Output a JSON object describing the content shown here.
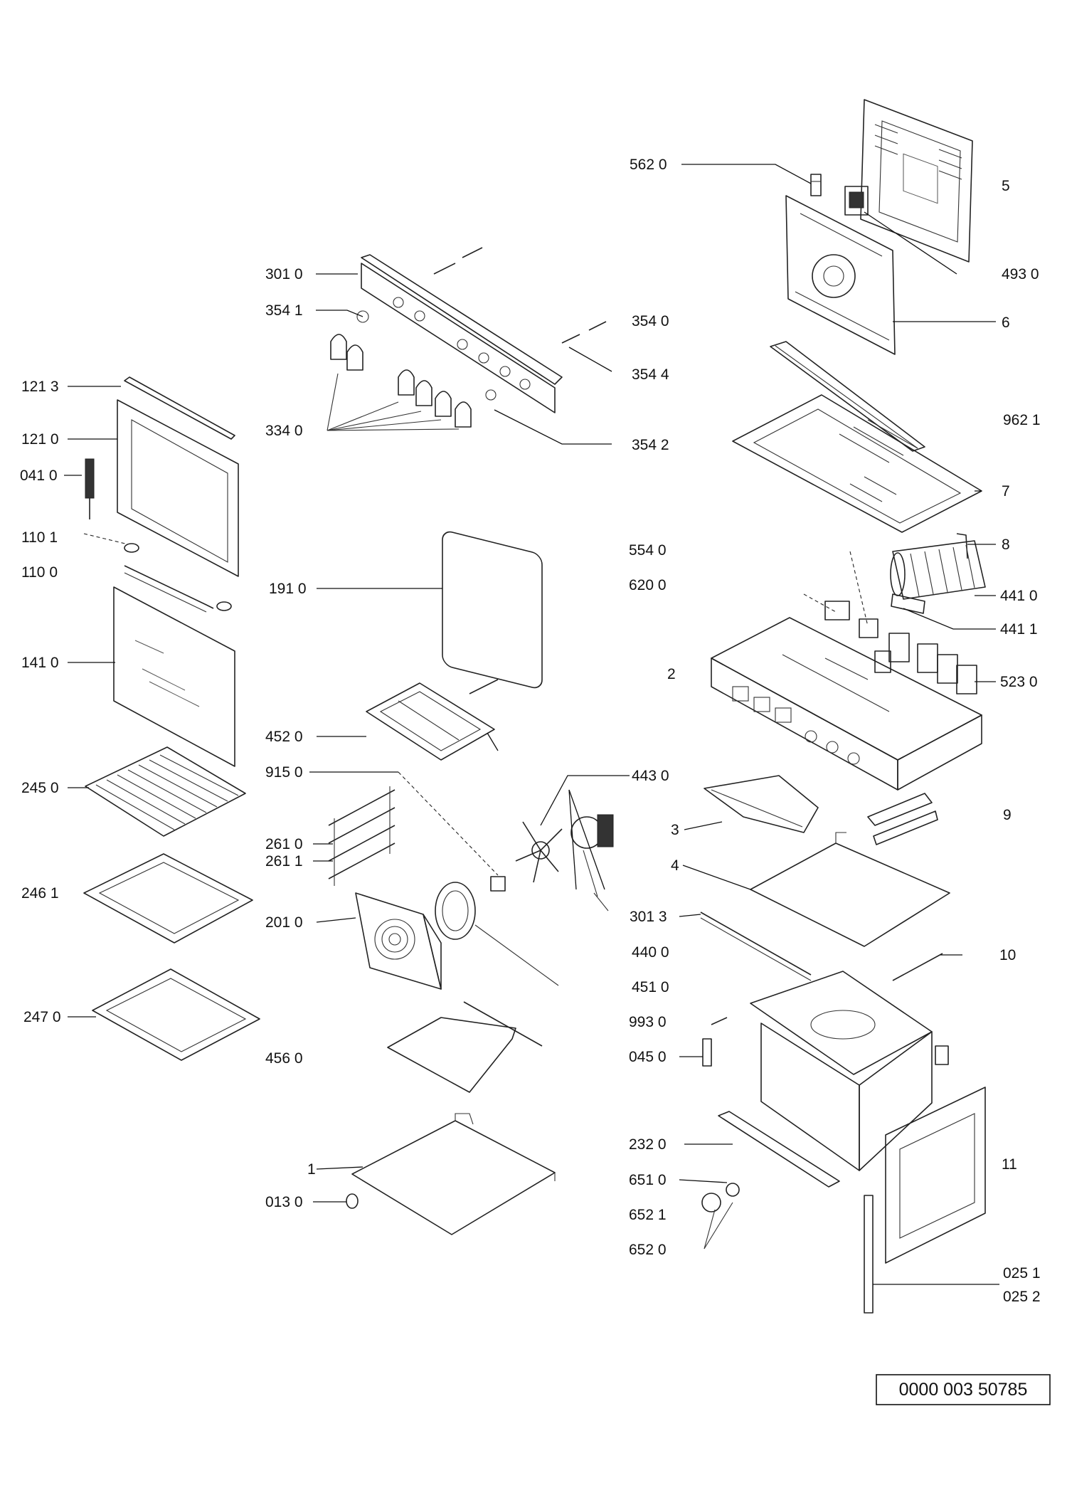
{
  "labels": {
    "l5620": "562 0",
    "l5": "5",
    "l4930": "493 0",
    "l3010": "301 0",
    "l3541": "354 1",
    "l3540": "354 0",
    "l3544": "354 4",
    "l6": "6",
    "l1213": "121 3",
    "l3340": "334 0",
    "l3542": "354 2",
    "l9621": "962 1",
    "l1210": "121 0",
    "l0410": "041 0",
    "l7": "7",
    "l1101": "110  1",
    "l5540": "554 0",
    "l8": "8",
    "l1100": "110 0",
    "l6200": "620 0",
    "l4410": "441 0",
    "l1910": "191 0",
    "l4411": "441 1",
    "l1410": "141 0",
    "l2": "2",
    "l5230": "523 0",
    "l4520": "452 0",
    "l9150": "915 0",
    "l4430": "443 0",
    "l2450": "245 0",
    "l9": "9",
    "l3": "3",
    "l2610": "261 0",
    "l2611": "261 1",
    "l4": "4",
    "l2461": "246 1",
    "l2010": "201 0",
    "l3013": "301 3",
    "l4400": "440 0",
    "l10": "10",
    "l4510": "451 0",
    "l2470": "247 0",
    "l9930": "993 0",
    "l4560": "456 0",
    "l0450": "045 0",
    "l2320": "232 0",
    "l11": "11",
    "l1": "1",
    "l6510": "651 0",
    "l0130": "013 0",
    "l6521": "652 1",
    "l6520": "652 0",
    "l0251": "025 1",
    "l0252": "025 2"
  },
  "reference_number": "0000 003 50785"
}
